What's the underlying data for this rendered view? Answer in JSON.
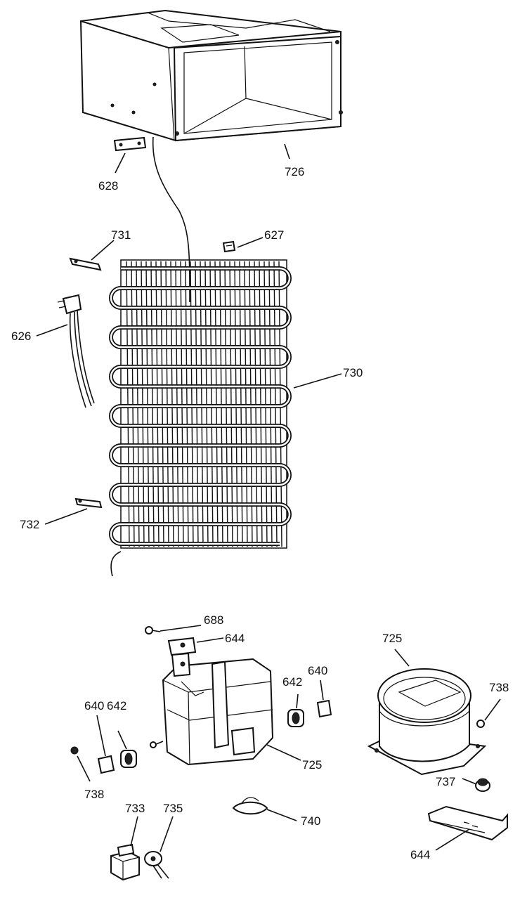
{
  "labels": {
    "p626": "626",
    "p627": "627",
    "p628": "628",
    "p640_left": "640",
    "p640_right": "640",
    "p642_left": "642",
    "p642_right": "642",
    "p644_top": "644",
    "p644_bottom": "644",
    "p688": "688",
    "p725_top": "725",
    "p725_mid": "725",
    "p726": "726",
    "p730": "730",
    "p731": "731",
    "p732": "732",
    "p733": "733",
    "p735": "735",
    "p737": "737",
    "p738_left": "738",
    "p738_right": "738",
    "p740": "740"
  }
}
